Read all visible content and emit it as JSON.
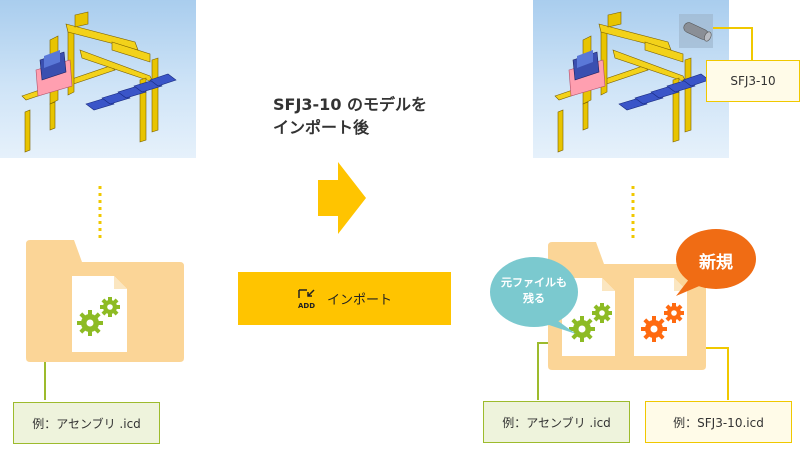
{
  "caption": {
    "line1": "SFJ3-10 のモデルを",
    "line2": "インポート後"
  },
  "import_button": {
    "label": "インポート",
    "icon": "add-import-icon",
    "icon_text": "ADD"
  },
  "left_file": {
    "label": "例：アセンブリ .icd"
  },
  "right_files": {
    "existing_label": "例：アセンブリ .icd",
    "new_label": "例：SFJ3-10.icd"
  },
  "model_callout": {
    "label": "SFJ3-10"
  },
  "bubbles": {
    "original_kept": "元ファイルも\n残る",
    "new": "新規"
  },
  "colors": {
    "folder": "#fbd597",
    "arrow": "#ffc400",
    "gear_green": "#8dbb24",
    "gear_orange": "#ff6a10",
    "bubble_teal": "#7bc9cf",
    "bubble_orange": "#f06c14"
  }
}
